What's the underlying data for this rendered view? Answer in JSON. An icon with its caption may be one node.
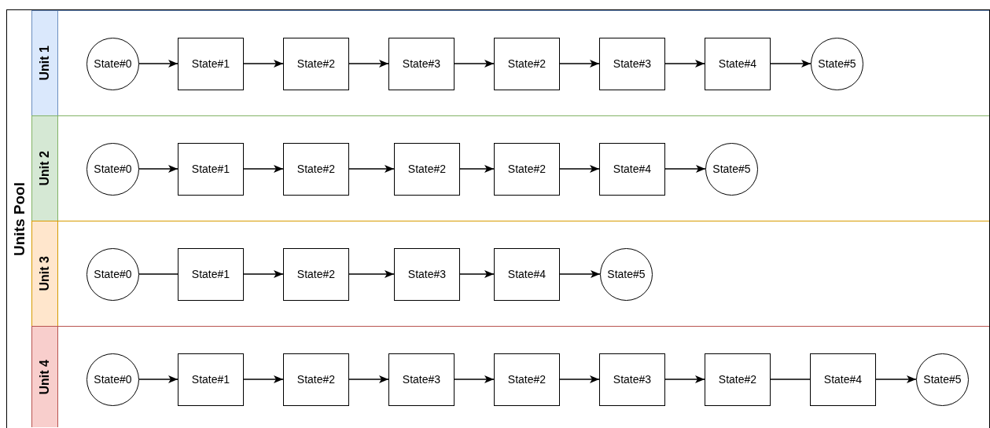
{
  "diagram": {
    "nodes": [
      {
        "text": [
          "Units Pool"
        ]
      },
      {
        "text": [
          "Unit 1"
        ],
        "in": 0
      },
      {
        "text": [
          "Unit 2"
        ],
        "in": 0
      },
      {
        "text": [
          "Unit 3"
        ],
        "in": 0
      },
      {
        "text": [
          "Unit 4"
        ],
        "in": 0
      },
      {
        "text": [
          "State#0"
        ],
        "in": 1
      },
      {
        "text": [
          "State#1"
        ],
        "in": 1
      },
      {
        "text": [
          "State#2"
        ],
        "in": 1
      },
      {
        "text": [
          "State#3"
        ],
        "in": 1
      },
      {
        "text": [
          "State#2"
        ],
        "in": 1
      },
      {
        "text": [
          "State#3"
        ],
        "in": 1
      },
      {
        "text": [
          "State#4"
        ],
        "in": 1
      },
      {
        "text": [
          "State#5"
        ],
        "in": 1
      },
      {
        "text": [
          "State#0"
        ],
        "in": 2
      },
      {
        "text": [
          "State#1"
        ],
        "in": 2
      },
      {
        "text": [
          "State#2"
        ],
        "in": 2
      },
      {
        "text": [
          "State#2"
        ],
        "in": 2
      },
      {
        "text": [
          "State#2"
        ],
        "in": 2
      },
      {
        "text": [
          "State#4"
        ],
        "in": 2
      },
      {
        "text": [
          "State#5"
        ],
        "in": 2
      },
      {
        "text": [
          "State#0"
        ],
        "in": 3
      },
      {
        "text": [
          "State#1"
        ],
        "in": 3
      },
      {
        "text": [
          "State#2"
        ],
        "in": 3
      },
      {
        "text": [
          "State#3"
        ],
        "in": 3
      },
      {
        "text": [
          "State#4"
        ],
        "in": 3
      },
      {
        "text": [
          "State#5"
        ],
        "in": 3
      },
      {
        "text": [
          "State#0"
        ],
        "in": 4
      },
      {
        "text": [
          "State#1"
        ],
        "in": 4
      },
      {
        "text": [
          "State#2"
        ],
        "in": 4
      },
      {
        "text": [
          "State#3"
        ],
        "in": 4
      },
      {
        "text": [
          "State#2"
        ],
        "in": 4
      },
      {
        "text": [
          "State#3"
        ],
        "in": 4
      },
      {
        "text": [
          "State#2"
        ],
        "in": 4
      },
      {
        "text": [
          "State#4"
        ],
        "in": 4
      },
      {
        "text": [
          "State#5"
        ],
        "in": 4
      }
    ],
    "edges": [
      {
        "from": 5,
        "to": 6,
        "arrow": "to"
      },
      {
        "from": 6,
        "to": 7,
        "arrow": "to"
      },
      {
        "from": 7,
        "to": 8,
        "arrow": "to"
      },
      {
        "from": 8,
        "to": 9,
        "arrow": "to"
      },
      {
        "from": 9,
        "to": 10,
        "arrow": "to"
      },
      {
        "from": 10,
        "to": 11,
        "arrow": "to"
      },
      {
        "from": 11,
        "to": 12,
        "arrow": "to"
      },
      {
        "from": 13,
        "to": 14,
        "arrow": "to"
      },
      {
        "from": 14,
        "to": 15,
        "arrow": "to"
      },
      {
        "from": 15,
        "to": 16,
        "arrow": "to"
      },
      {
        "from": 16,
        "to": 17,
        "arrow": "to"
      },
      {
        "from": 17,
        "to": 18,
        "arrow": "to"
      },
      {
        "from": 18,
        "to": 19,
        "arrow": "to"
      },
      {
        "from": 20,
        "to": 21,
        "arrow": "none"
      },
      {
        "from": 21,
        "to": 22,
        "arrow": "to"
      },
      {
        "from": 22,
        "to": 23,
        "arrow": "to"
      },
      {
        "from": 23,
        "to": 24,
        "arrow": "to"
      },
      {
        "from": 24,
        "to": 25,
        "arrow": "to"
      },
      {
        "from": 26,
        "to": 27,
        "arrow": "to"
      },
      {
        "from": 27,
        "to": 28,
        "arrow": "to"
      },
      {
        "from": 28,
        "to": 29,
        "arrow": "to"
      },
      {
        "from": 29,
        "to": 30,
        "arrow": "to"
      },
      {
        "from": 30,
        "to": 31,
        "arrow": "to"
      },
      {
        "from": 31,
        "to": 32,
        "arrow": "to"
      },
      {
        "from": 32,
        "to": 33,
        "arrow": "none"
      },
      {
        "from": 33,
        "to": 34,
        "arrow": "to"
      }
    ]
  }
}
